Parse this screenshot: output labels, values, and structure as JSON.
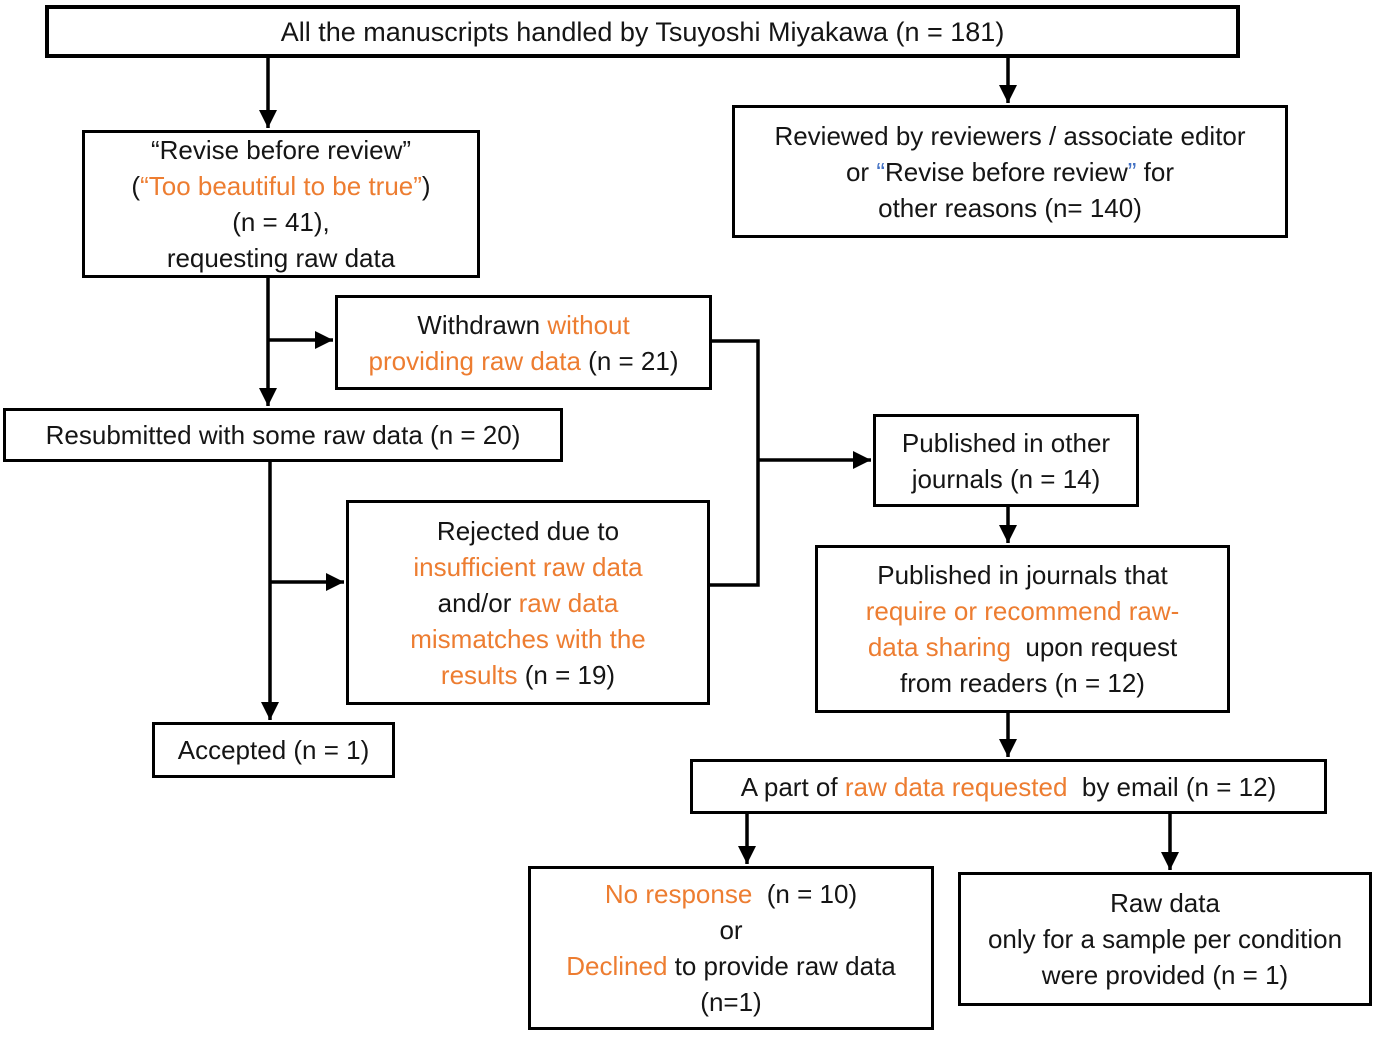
{
  "colors": {
    "black": "#151515",
    "orange": "#ED7D31",
    "blue": "#4472C4",
    "line": "#000000",
    "box_background": "#ffffff"
  },
  "nodes": {
    "all_manuscripts": {
      "lines": [
        [
          {
            "t": "All the manuscripts handled by Tsuyoshi Miyakawa (n = 181)",
            "c": "black"
          }
        ]
      ]
    },
    "revise_before_review": {
      "lines": [
        [
          {
            "t": "“Revise before review”",
            "c": "black"
          }
        ],
        [
          {
            "t": "(",
            "c": "black"
          },
          {
            "t": "“Too beautiful to be true”",
            "c": "orange"
          },
          {
            "t": ")",
            "c": "black"
          }
        ],
        [
          {
            "t": "(n = 41),",
            "c": "black"
          }
        ],
        [
          {
            "t": "requesting raw data",
            "c": "black"
          }
        ]
      ]
    },
    "reviewed_by_reviewers": {
      "lines": [
        [
          {
            "t": "Reviewed by reviewers / associate editor",
            "c": "black"
          }
        ],
        [
          {
            "t": "or ",
            "c": "black"
          },
          {
            "t": "“",
            "c": "blue"
          },
          {
            "t": "Revise before review",
            "c": "black"
          },
          {
            "t": "”",
            "c": "blue"
          },
          {
            "t": " for",
            "c": "black"
          }
        ],
        [
          {
            "t": "other reasons (n= 140)",
            "c": "black"
          }
        ]
      ]
    },
    "withdrawn": {
      "lines": [
        [
          {
            "t": "Withdrawn ",
            "c": "black"
          },
          {
            "t": "without",
            "c": "orange"
          }
        ],
        [
          {
            "t": "providing raw data ",
            "c": "orange"
          },
          {
            "t": "(n = 21)",
            "c": "black"
          }
        ]
      ]
    },
    "resubmitted": {
      "lines": [
        [
          {
            "t": "Resubmitted with some raw data (n = 20)",
            "c": "black"
          }
        ]
      ]
    },
    "rejected": {
      "lines": [
        [
          {
            "t": "Rejected due to",
            "c": "black"
          }
        ],
        [
          {
            "t": "insufficient raw data",
            "c": "orange"
          }
        ],
        [
          {
            "t": "and/or ",
            "c": "black"
          },
          {
            "t": "raw data",
            "c": "orange"
          }
        ],
        [
          {
            "t": "mismatches with the",
            "c": "orange"
          }
        ],
        [
          {
            "t": "results ",
            "c": "orange"
          },
          {
            "t": "(n = 19)",
            "c": "black"
          }
        ]
      ]
    },
    "accepted": {
      "lines": [
        [
          {
            "t": "Accepted (n = 1)",
            "c": "black"
          }
        ]
      ]
    },
    "published_other_journals": {
      "lines": [
        [
          {
            "t": "Published in other",
            "c": "black"
          }
        ],
        [
          {
            "t": "journals (n = 14)",
            "c": "black"
          }
        ]
      ]
    },
    "published_journals_sharing": {
      "lines": [
        [
          {
            "t": "Published in journals that",
            "c": "black"
          }
        ],
        [
          {
            "t": "require or recommend raw-",
            "c": "orange"
          }
        ],
        [
          {
            "t": "data sharing ",
            "c": "orange"
          },
          {
            "t": " upon request",
            "c": "black"
          }
        ],
        [
          {
            "t": "from readers (n = 12)",
            "c": "black"
          }
        ]
      ]
    },
    "raw_data_requested": {
      "lines": [
        [
          {
            "t": "A part of ",
            "c": "black"
          },
          {
            "t": "raw data requested ",
            "c": "orange"
          },
          {
            "t": " by email (n = 12)",
            "c": "black"
          }
        ]
      ]
    },
    "no_response_declined": {
      "lines": [
        [
          {
            "t": "No response ",
            "c": "orange"
          },
          {
            "t": " (n = 10)",
            "c": "black"
          }
        ],
        [
          {
            "t": "or",
            "c": "black"
          }
        ],
        [
          {
            "t": "Declined",
            "c": "orange"
          },
          {
            "t": " to provide raw data",
            "c": "black"
          }
        ],
        [
          {
            "t": "(n=1)",
            "c": "black"
          }
        ]
      ]
    },
    "raw_data_sample": {
      "lines": [
        [
          {
            "t": "Raw data",
            "c": "black"
          }
        ],
        [
          {
            "t": "only for a sample per condition",
            "c": "black"
          }
        ],
        [
          {
            "t": "were provided (n = 1)",
            "c": "black"
          }
        ]
      ]
    }
  },
  "edges": [
    {
      "from": "all_manuscripts",
      "to": "revise_before_review"
    },
    {
      "from": "all_manuscripts",
      "to": "reviewed_by_reviewers"
    },
    {
      "from": "revise_before_review",
      "to": "withdrawn"
    },
    {
      "from": "revise_before_review",
      "to": "resubmitted"
    },
    {
      "from": "withdrawn",
      "to": "published_other_journals"
    },
    {
      "from": "rejected",
      "to": "published_other_journals"
    },
    {
      "from": "resubmitted",
      "to": "rejected"
    },
    {
      "from": "resubmitted",
      "to": "accepted"
    },
    {
      "from": "published_other_journals",
      "to": "published_journals_sharing"
    },
    {
      "from": "published_journals_sharing",
      "to": "raw_data_requested"
    },
    {
      "from": "raw_data_requested",
      "to": "no_response_declined"
    },
    {
      "from": "raw_data_requested",
      "to": "raw_data_sample"
    }
  ]
}
